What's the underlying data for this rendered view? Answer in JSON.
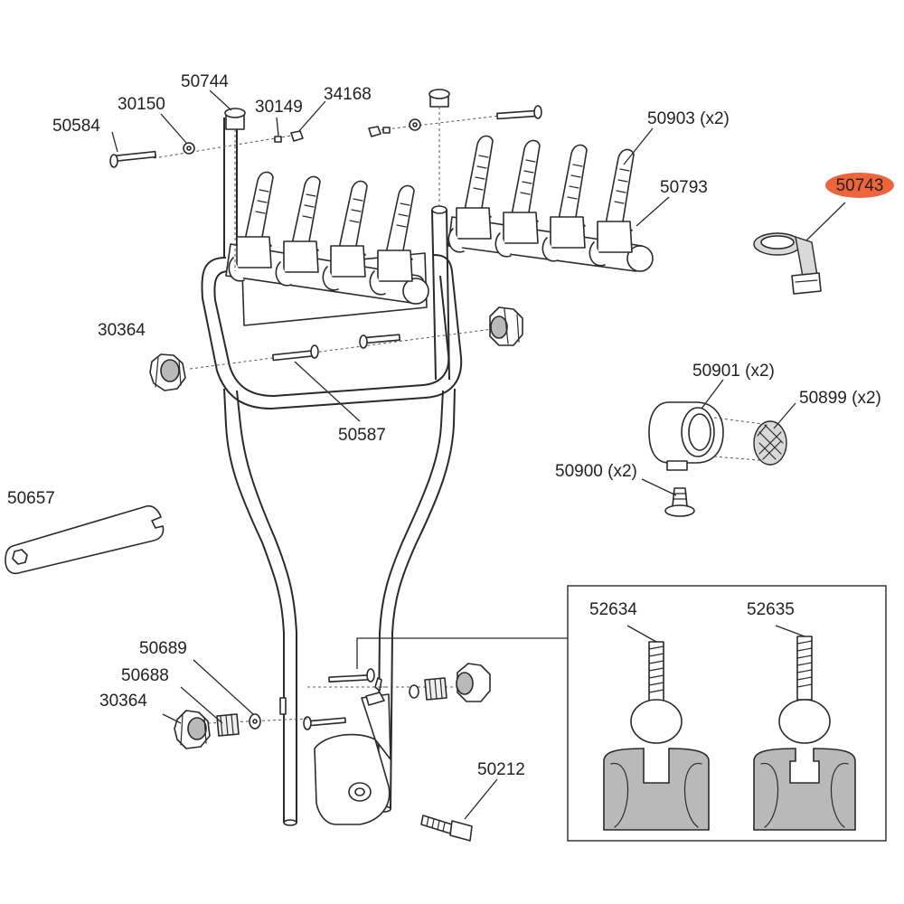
{
  "highlight_color": "#f0643c",
  "labels": {
    "p50744": "50744",
    "p30150": "30150",
    "p30149": "30149",
    "p34168": "34168",
    "p50584": "50584",
    "p50903": "50903 (x2)",
    "p50793": "50793",
    "p50743": "50743",
    "p30364_top": "30364",
    "p50587": "50587",
    "p50901": "50901 (x2)",
    "p50899": "50899 (x2)",
    "p50900": "50900 (x2)",
    "p50657": "50657",
    "p50689": "50689",
    "p50688": "50688",
    "p30364_bottom": "30364",
    "p50212": "50212",
    "p52634": "52634",
    "p52635": "52635"
  }
}
